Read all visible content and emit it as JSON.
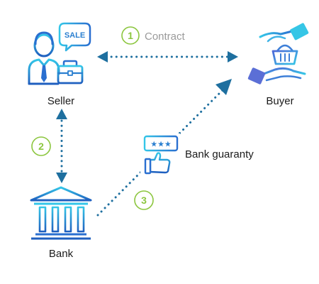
{
  "nodes": {
    "seller": "Seller",
    "buyer": "Buyer",
    "bank": "Bank"
  },
  "steps": [
    {
      "number": "1",
      "label": "Contract"
    },
    {
      "number": "2",
      "label": ""
    },
    {
      "number": "3",
      "label": ""
    }
  ],
  "guaranty_label": "Bank guaranty",
  "icons": {
    "seller": "seller-person-sale-icon",
    "buyer": "buyer-hands-basket-icon",
    "bank": "bank-building-icon",
    "guaranty": "rating-thumbs-up-icon",
    "sale_bubble_text": "SALE"
  },
  "colors": {
    "connector": "#1e6f9f",
    "step_badge": "#8cc63f",
    "icon_dark": "#1e73be",
    "icon_light": "#33c3e6",
    "icon_purple": "#5b6fd6"
  }
}
